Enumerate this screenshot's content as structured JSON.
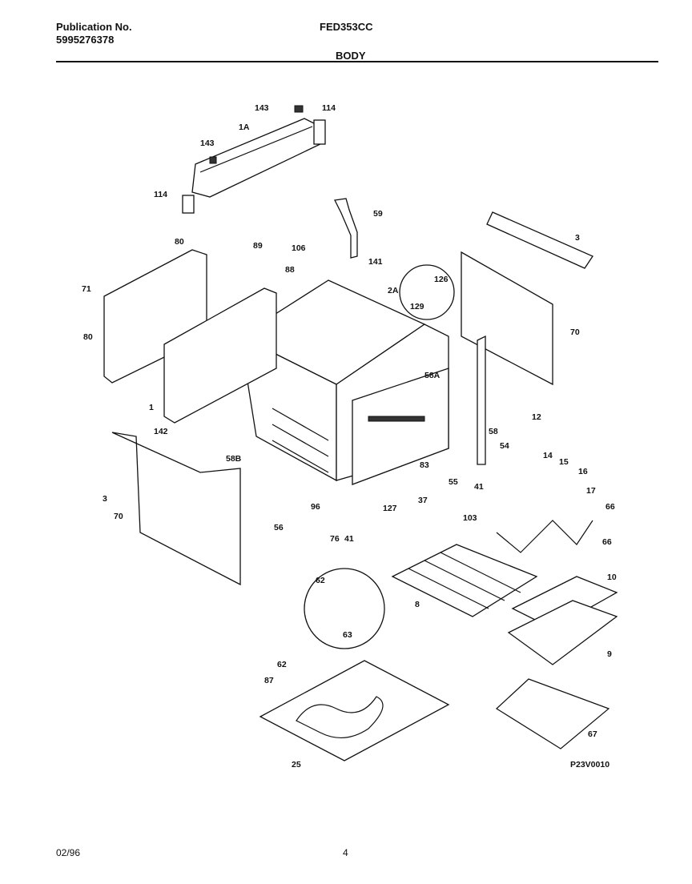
{
  "header": {
    "publication_label": "Publication No.",
    "publication_number": "5995276378",
    "model": "FED353CC",
    "section_title": "BODY"
  },
  "diagram": {
    "code": "P23V0010",
    "callouts": [
      "143",
      "114",
      "1A",
      "143",
      "114",
      "59",
      "3",
      "80",
      "89",
      "106",
      "88",
      "141",
      "2A",
      "126",
      "71",
      "129",
      "80",
      "70",
      "58A",
      "1",
      "12",
      "142",
      "58",
      "3",
      "58B",
      "54",
      "14",
      "15",
      "16",
      "17",
      "83",
      "70",
      "55",
      "41",
      "96",
      "37",
      "127",
      "103",
      "66",
      "56",
      "76",
      "41",
      "66",
      "10",
      "62",
      "8",
      "63",
      "9",
      "62",
      "87",
      "67",
      "25"
    ]
  },
  "footer": {
    "date": "02/96",
    "page": "4"
  }
}
